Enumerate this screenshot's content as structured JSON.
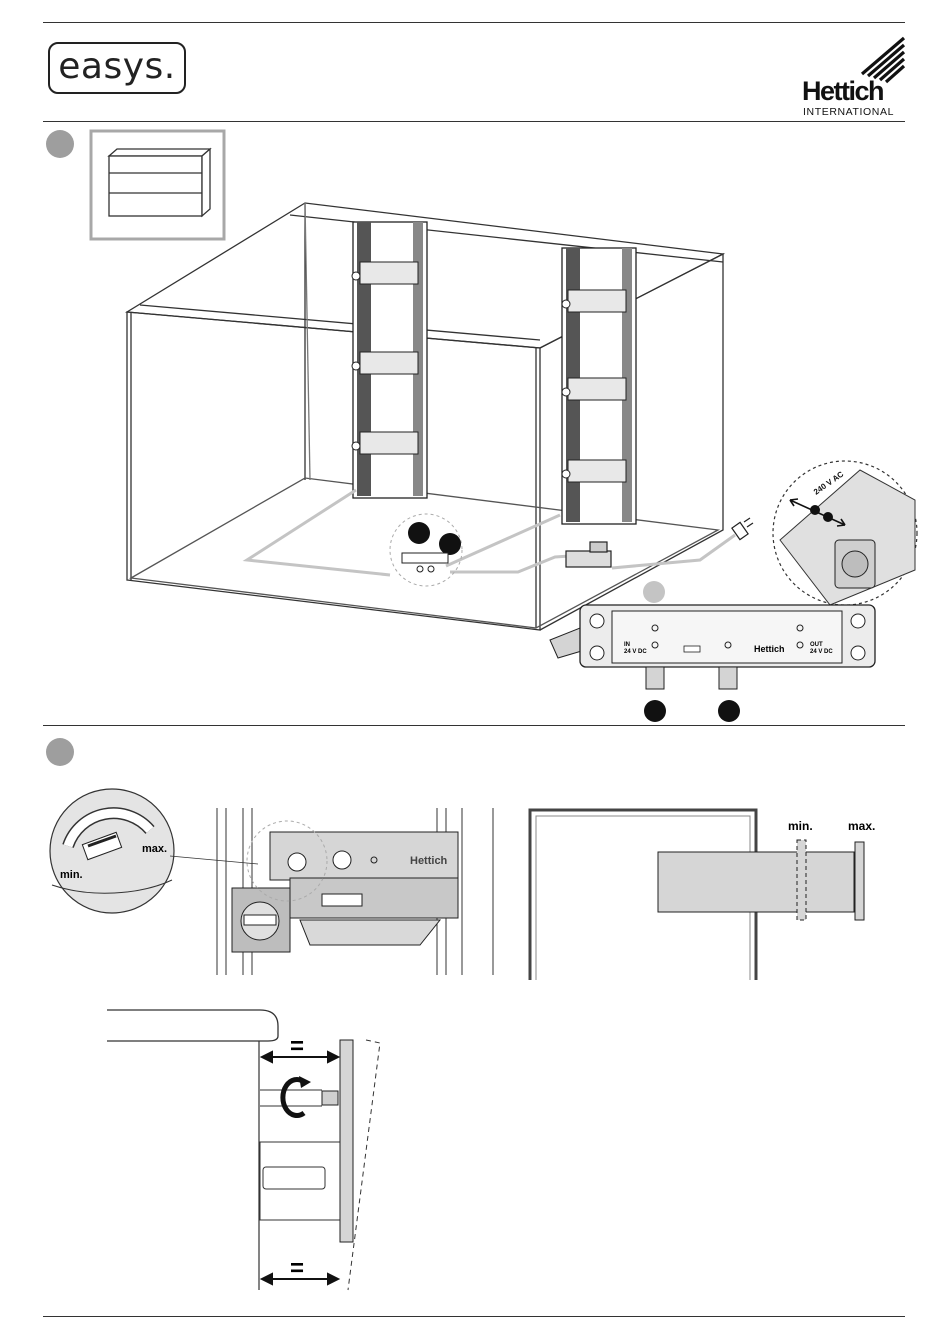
{
  "header": {
    "product_logo": "easys.",
    "brand_name": "Hettich",
    "brand_sub": "INTERNATIONAL"
  },
  "step1": {
    "control_unit": {
      "in_label": "IN",
      "in_voltage": "24 V DC",
      "out_label": "OUT",
      "out_voltage": "24 V DC",
      "brand": "Hettich"
    },
    "plug_closeup_label": "240 V AC"
  },
  "step2": {
    "dial": {
      "min_label": "min.",
      "max_label": "max."
    },
    "runner_brand": "Hettich",
    "diagram": {
      "min_label": "min.",
      "max_label": "max."
    },
    "equal_sign_top": "=",
    "equal_sign_bottom": "="
  },
  "icons": [
    "rotate-arrow-icon",
    "double-arrow-icon",
    "screw-icon",
    "plug-icon"
  ],
  "colors": {
    "step_dot": "#9e9e9e",
    "line": "#222222",
    "fill_grey": "#d6d6d6"
  }
}
